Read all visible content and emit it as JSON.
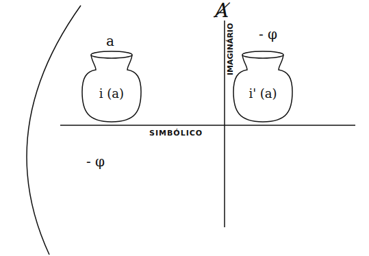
{
  "diagram": {
    "nodes": [
      {
        "text": [
          "i (a)"
        ]
      },
      {
        "text": [
          "i' (a)"
        ]
      }
    ],
    "labels": [
      "Ⱥ",
      "a",
      "- φ",
      "IMAGINÁRIO",
      "SIMBÓLICO",
      "- φ"
    ]
  }
}
